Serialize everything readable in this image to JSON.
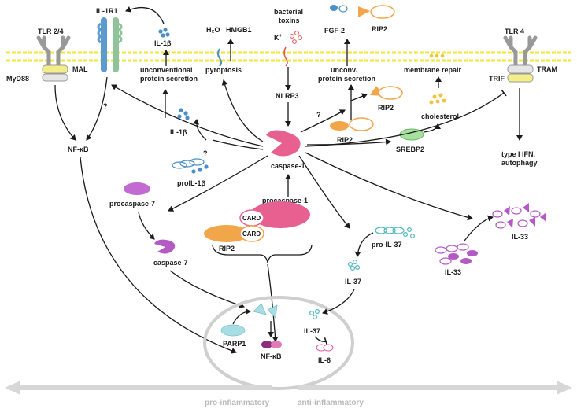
{
  "receptors": {
    "tlr24": "TLR 2/4",
    "il1r1": "IL-1R1",
    "tlr4": "TLR 4",
    "mal": "MAL",
    "myd88": "MyD88",
    "tram": "TRAM",
    "trif": "TRIF"
  },
  "outputs": {
    "il1b_top": "IL-1β",
    "h2o": "H₂O",
    "hmgb1": "HMGB1",
    "bacterial_toxins_line1": "bacterial",
    "bacterial_toxins_line2": "toxins",
    "k_plus": "K",
    "k_sup": "+",
    "fgf2": "FGF-2",
    "rip2_top": "RIP2"
  },
  "processes": {
    "unconventional_line1": "unconventional",
    "unconventional_line2": "protein secretion",
    "pyroptosis": "pyroptosis",
    "nlrp3": "NLRP3",
    "unconv_line1": "unconv.",
    "unconv_line2": "protein secretion",
    "membrane_repair": "membrane repair",
    "cholesterol": "cholesterol",
    "srebp2": "SREBP2",
    "type1ifn_line1": "type I IFN,",
    "type1ifn_line2": "autophagy",
    "question_mark": "?"
  },
  "center": {
    "caspase1": "caspase-1",
    "procaspase1": "procaspase-1",
    "card1": "CARD",
    "card2": "CARD",
    "rip2_complex": "RIP2",
    "rip2_mid": "RIP2",
    "rip2_right": "RIP2"
  },
  "left": {
    "nfkb": "NF-κB",
    "il1b_mid": "IL-1β",
    "proil1b": "proIL-1β",
    "procaspase7": "procaspase-7",
    "caspase7": "caspase-7"
  },
  "right": {
    "pro_il37": "pro-IL-37",
    "il37": "IL-37",
    "il33_left": "IL-33",
    "il33_right": "IL-33"
  },
  "nucleus": {
    "parp1": "PARP1",
    "nfkb": "NF-κB",
    "il37": "IL-37",
    "il6": "IL-6"
  },
  "axis": {
    "pro": "pro-inflammatory",
    "anti": "anti-inflammatory"
  },
  "colors": {
    "caspase1": "#e8608f",
    "rip2": "#f2a64a",
    "blue_dots": "#4a90c8",
    "teal_dots": "#4cb8c0",
    "purple": "#b45ac4",
    "membrane": "#f2e63c",
    "srebp2": "#a8e0a0",
    "cholesterol": "#eec43c",
    "nucleus": "#cfcfcf"
  }
}
